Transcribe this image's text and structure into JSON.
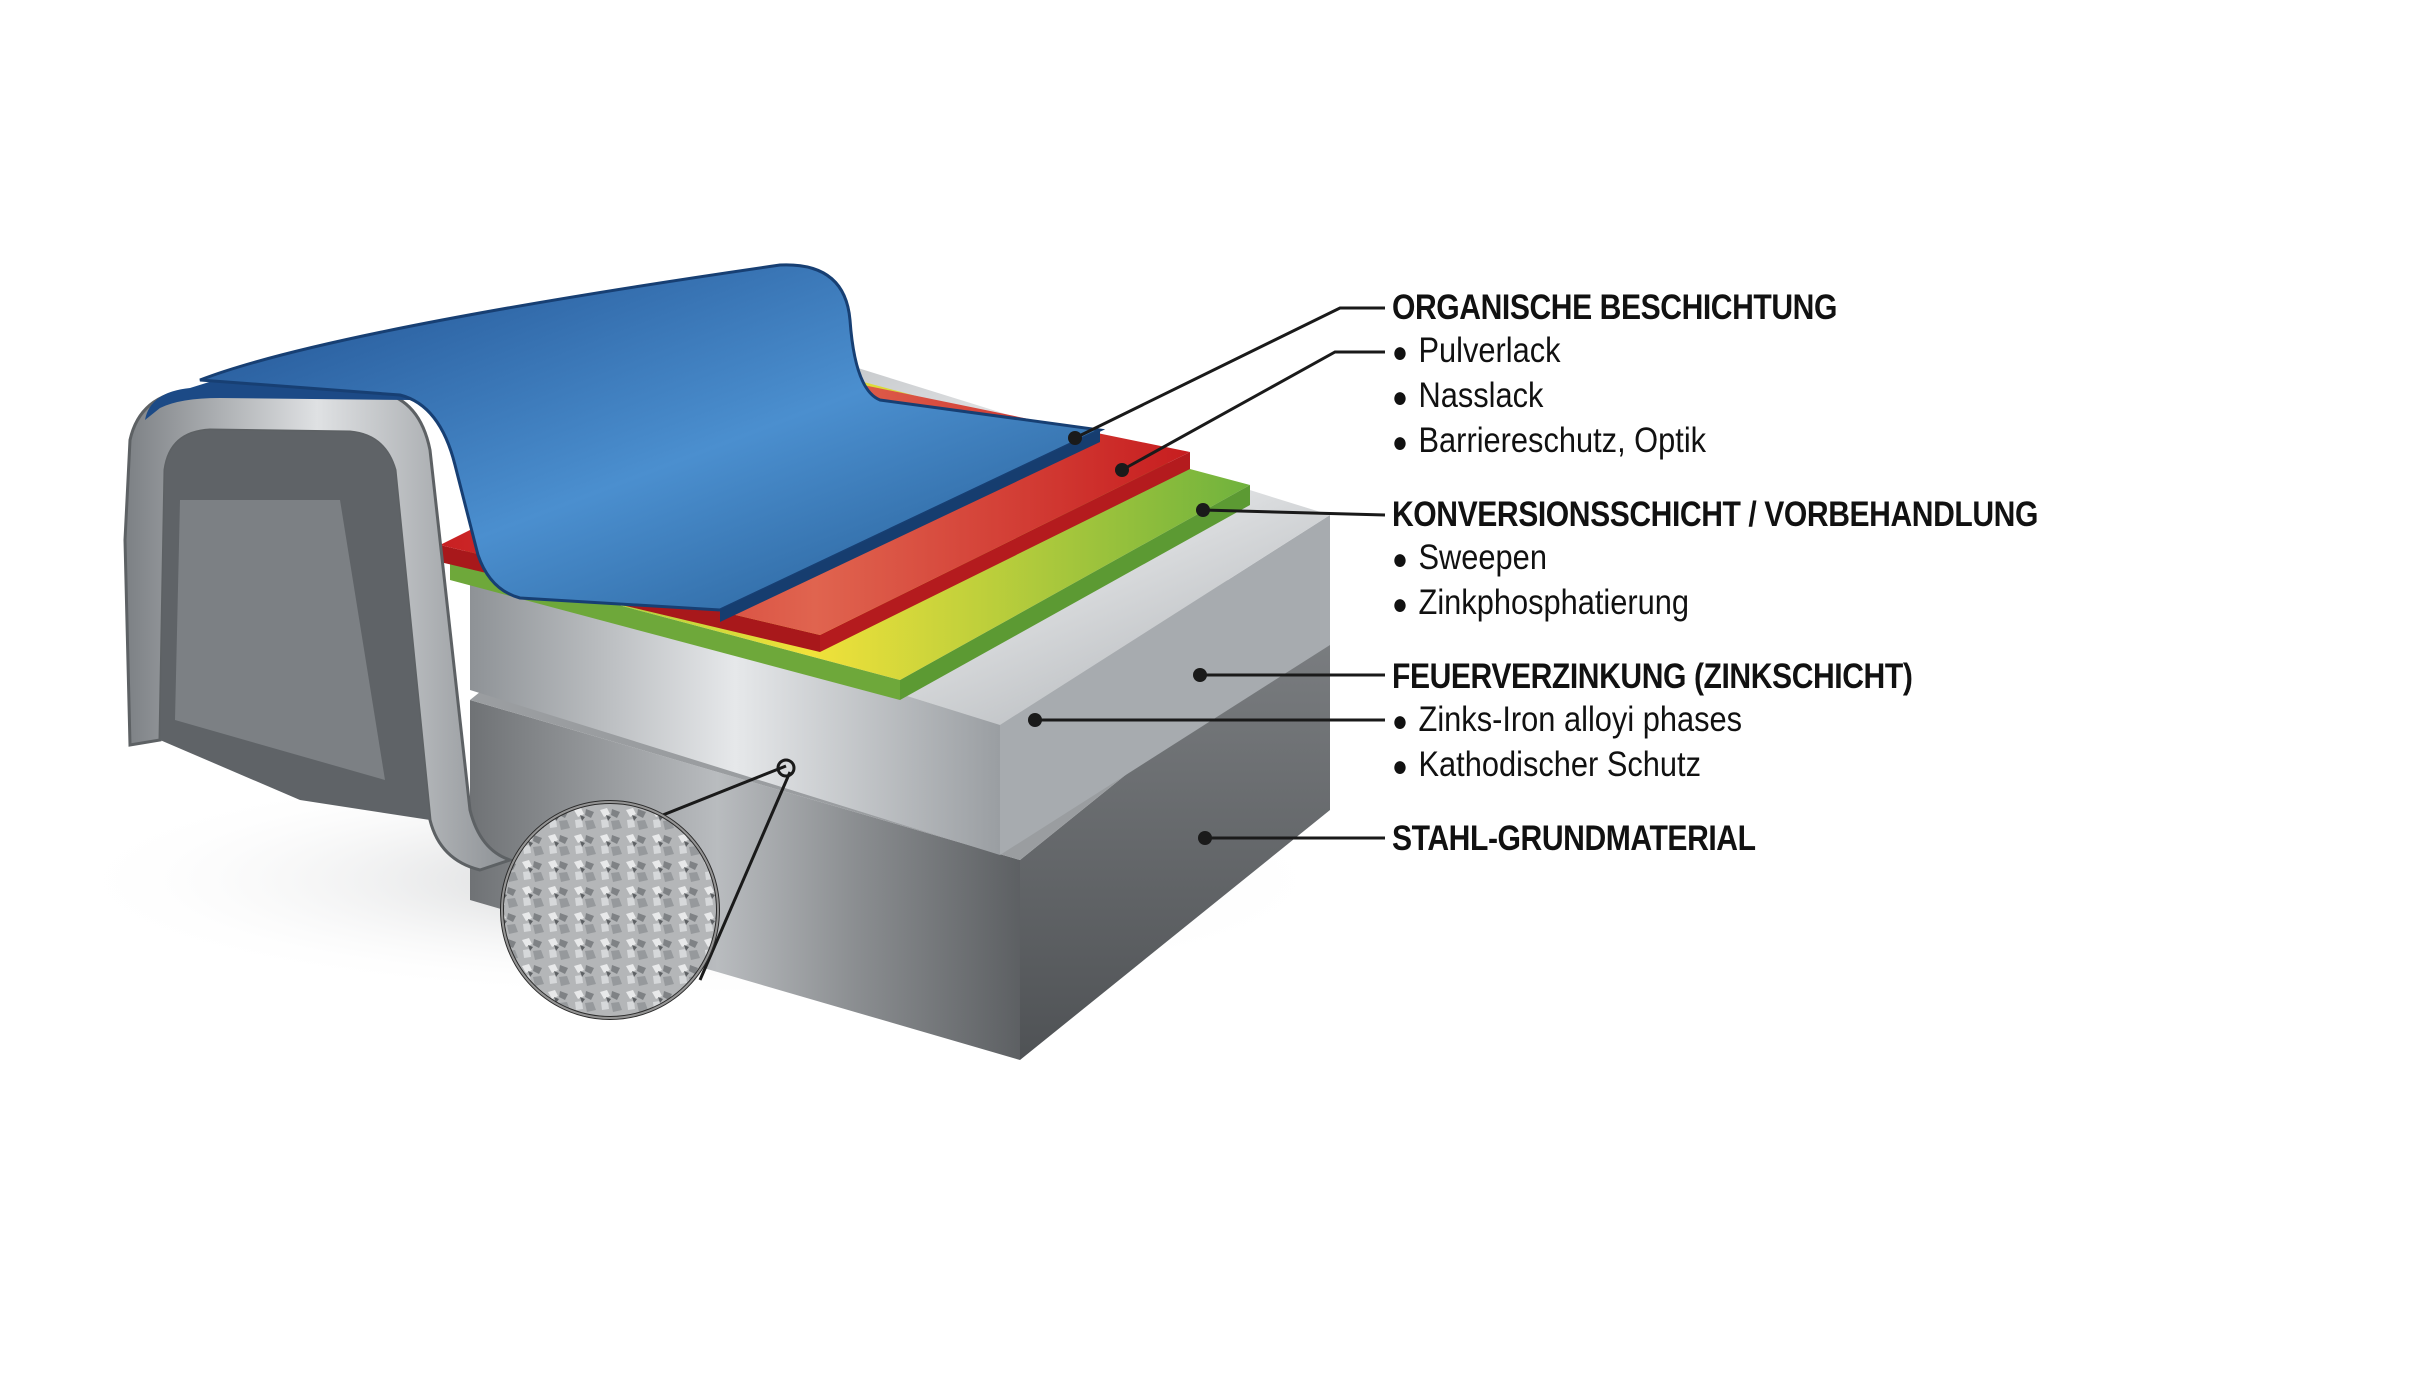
{
  "labels": [
    {
      "key": "organic",
      "title": "ORGANISCHE BESCHICHTUNG",
      "items": [
        "Pulverlack",
        "Nasslack",
        "Barriereschutz, Optik"
      ]
    },
    {
      "key": "conversion",
      "title": "KONVERSIONSSCHICHT / VORBEHANDLUNG",
      "items": [
        "Sweepen",
        "Zinkphosphatierung"
      ]
    },
    {
      "key": "galvanizing",
      "title": "FEUERVERZINKUNG (ZINKSCHICHT)",
      "items": [
        "Zinks-Iron alloyi phases",
        "Kathodischer Schutz"
      ]
    },
    {
      "key": "steel",
      "title": "STAHL-GRUNDMATERIAL",
      "items": []
    }
  ],
  "colors": {
    "powder_coat": "#2f6fb3",
    "wet_coat": "#d42a2a",
    "conversion": "#8cc63f",
    "zinc": "#c9cdd1",
    "steel": "#8a8d90",
    "leader": "#1a1a1a"
  },
  "icons": [
    "bullet-dot",
    "magnifier-circle"
  ]
}
